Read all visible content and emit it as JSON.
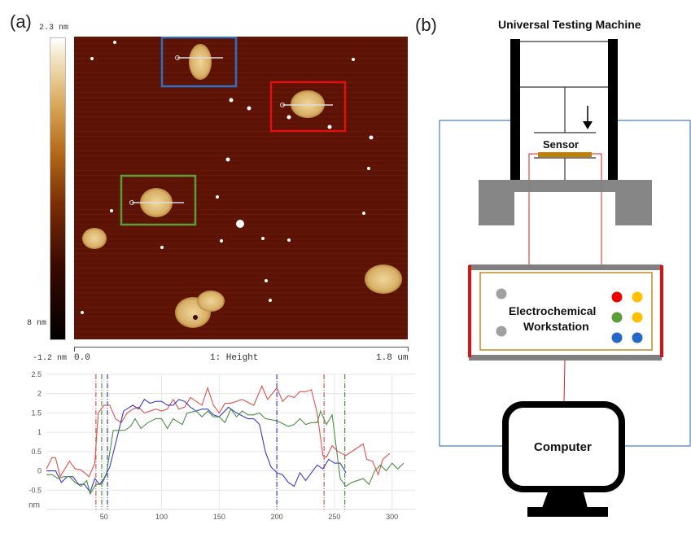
{
  "panel_a": {
    "label": "(a)",
    "colorbar": {
      "max_label": "2.3 nm",
      "mid_label": "8 nm",
      "min_label": "-1.2 nm"
    },
    "scale": {
      "start": "0.0",
      "channel": "1: Height",
      "end": "1.8 um"
    },
    "box_colors": {
      "blue": "#2e6fc4",
      "red": "#e01010",
      "green": "#5a9e3a"
    }
  },
  "panel_b": {
    "label": "(b)",
    "title": "Universal Testing Machine",
    "sensor_label": "Sensor",
    "workstation_line1": "Electrochemical",
    "workstation_line2": "Workstation",
    "computer_label": "Computer",
    "colors": {
      "wire_blue": "#4a7cc8",
      "wire_red": "#d02020",
      "sensor": "#c08000",
      "base": "#808080"
    }
  },
  "chart_data": {
    "type": "line",
    "xlabel": "",
    "ylabel": "nm",
    "xlim": [
      0,
      320
    ],
    "ylim": [
      -1,
      2.5
    ],
    "xticks": [
      50,
      100,
      150,
      200,
      250,
      300
    ],
    "yticks": [
      2.5,
      2,
      1.5,
      1,
      0.5,
      0,
      -0.5
    ],
    "grid": true,
    "series": [
      {
        "name": "red",
        "color": "#d9534f",
        "x": [
          0,
          5,
          8,
          12,
          20,
          25,
          30,
          37,
          42,
          45,
          50,
          55,
          60,
          65,
          70,
          75,
          80,
          85,
          95,
          100,
          105,
          110,
          115,
          120,
          125,
          130,
          135,
          140,
          145,
          150,
          155,
          160,
          170,
          180,
          187,
          192,
          200,
          205,
          210,
          215,
          220,
          225,
          230,
          235,
          240,
          243,
          248,
          253,
          260,
          265,
          275,
          278,
          283,
          288,
          292,
          298
        ],
        "y": [
          0.05,
          0.35,
          0.33,
          -0.15,
          0.25,
          0.05,
          0.03,
          -0.15,
          0.2,
          1.5,
          1.7,
          1.7,
          1.35,
          1.25,
          1.5,
          1.6,
          1.65,
          1.5,
          1.6,
          1.55,
          1.6,
          1.85,
          1.6,
          1.65,
          1.9,
          1.8,
          1.7,
          2.15,
          1.7,
          1.5,
          1.75,
          1.75,
          1.85,
          1.7,
          2.2,
          1.85,
          2.15,
          1.8,
          1.95,
          1.9,
          2.05,
          2.05,
          2.1,
          1.5,
          0.4,
          0.35,
          0.65,
          0.5,
          0.4,
          0.5,
          0.7,
          0.3,
          0.25,
          -0.1,
          0.3,
          0.45
        ],
        "markers": [
          43,
          241
        ]
      },
      {
        "name": "blue",
        "color": "#3b3bc4",
        "x": [
          0,
          8,
          13,
          18,
          23,
          28,
          33,
          38,
          42,
          46,
          50,
          55,
          60,
          67,
          75,
          80,
          85,
          90,
          95,
          100,
          105,
          110,
          115,
          120,
          125,
          130,
          135,
          140,
          145,
          150,
          158,
          165,
          175,
          180,
          185,
          190,
          195,
          200,
          205,
          210,
          215,
          220,
          225,
          230,
          235,
          240,
          245,
          250,
          255,
          260
        ],
        "y": [
          0,
          0,
          -0.3,
          -0.15,
          -0.15,
          -0.35,
          -0.35,
          -0.55,
          -0.2,
          -0.35,
          -0.2,
          0.1,
          0.7,
          1.55,
          1.7,
          1.6,
          1.85,
          1.75,
          1.8,
          1.8,
          1.7,
          1.7,
          1.85,
          1.8,
          1.65,
          1.55,
          1.6,
          1.6,
          1.45,
          1.4,
          1.65,
          1.5,
          1.35,
          1.35,
          1.2,
          0.5,
          0.1,
          -0.05,
          -0.1,
          -0.3,
          -0.4,
          -0.05,
          -0.25,
          -0.05,
          0.15,
          0.05,
          0.3,
          0.2,
          0.2,
          -0.05
        ],
        "markers": [
          53,
          200
        ]
      },
      {
        "name": "green",
        "color": "#4e8f45",
        "x": [
          0,
          5,
          10,
          15,
          20,
          25,
          30,
          35,
          38,
          43,
          48,
          52,
          58,
          63,
          68,
          73,
          77,
          82,
          88,
          95,
          100,
          105,
          110,
          118,
          122,
          130,
          135,
          140,
          145,
          150,
          155,
          160,
          165,
          170,
          175,
          180,
          185,
          190,
          200,
          210,
          215,
          220,
          225,
          230,
          235,
          238,
          243,
          248,
          255,
          260,
          265,
          275,
          280,
          285,
          290,
          295,
          300,
          305,
          310
        ],
        "y": [
          -0.1,
          -0.1,
          -0.2,
          -0.15,
          -0.15,
          -0.3,
          -0.4,
          -0.25,
          -0.6,
          -0.35,
          -0.35,
          -0.1,
          1.05,
          1.05,
          1.05,
          1.15,
          1.35,
          1.1,
          1.25,
          1.35,
          1.35,
          1.1,
          1.35,
          1.2,
          1.5,
          1.55,
          1.4,
          1.55,
          1.4,
          1.4,
          1.25,
          1.6,
          1.4,
          1.55,
          1.45,
          1.45,
          1.5,
          1.35,
          1.3,
          1.15,
          1.2,
          1.35,
          1.2,
          1.25,
          1.25,
          1.55,
          1.2,
          1.45,
          -0.2,
          -0.4,
          -0.3,
          -0.2,
          -0.35,
          0,
          0.15,
          0,
          0.2,
          0.05,
          0.2
        ],
        "markers": [
          48,
          259
        ]
      }
    ]
  }
}
